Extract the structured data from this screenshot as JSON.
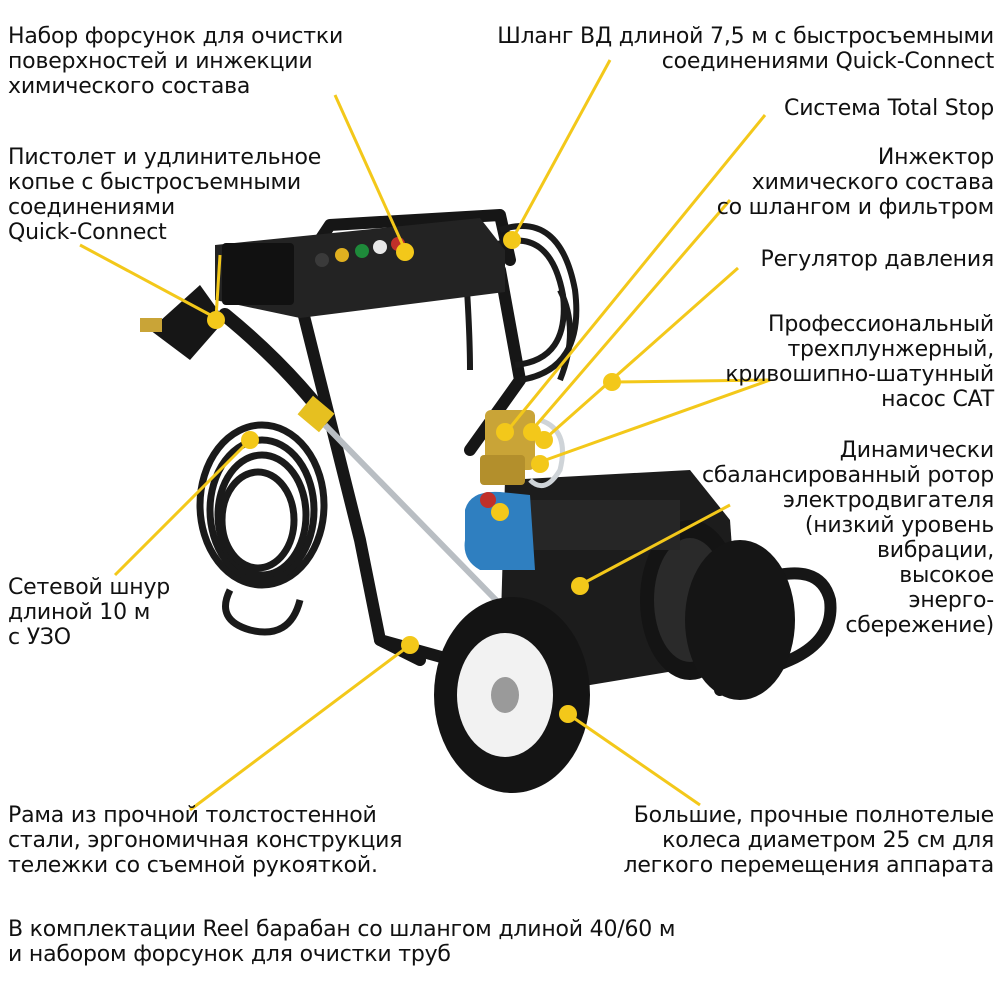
{
  "labels": {
    "nozzles": "Набор форсунок для очистки\nповерхностей и инжекции\nхимического состава",
    "hose": "Шланг ВД длиной 7,5 м с быстросъемными\nсоединениями Quick-Connect",
    "total_stop": "Система Total Stop",
    "gun": "Пистолет и удлинительное\nкопье с быстросъемными\nсоединениями\nQuick-Connect",
    "injector": "Инжектор\nхимического состава\nсо шлангом и фильтром",
    "regulator": "Регулятор давления",
    "pump": "Профессиональный\nтрехплунжерный,\nкривошипно-шатунный\nнасос CAT",
    "motor": "Динамически\nсбалансированный ротор\nэлектродвигателя\n(низкий уровень\nвибрации,\nвысокое\nэнерго-\nсбережение)",
    "cord": "Сетевой шнур\nдлиной 10 м\nс УЗО",
    "frame": "Рама из прочной толстостенной\nстали, эргономичная конструкция\nтележки со съемной рукояткой.",
    "wheels": "Большие, прочные полнотелые\nколеса диаметром 25 см для\nлегкого перемещения аппарата",
    "footer": "В комплектации Reel барабан со шлангом длиной 40/60 м\nи набором форсунок для очистки труб"
  },
  "colors": {
    "accent": "#f3c81a",
    "machine_body": "#1b1b1b",
    "pump_blue": "#2f7fc0",
    "brass": "#c9a437"
  }
}
